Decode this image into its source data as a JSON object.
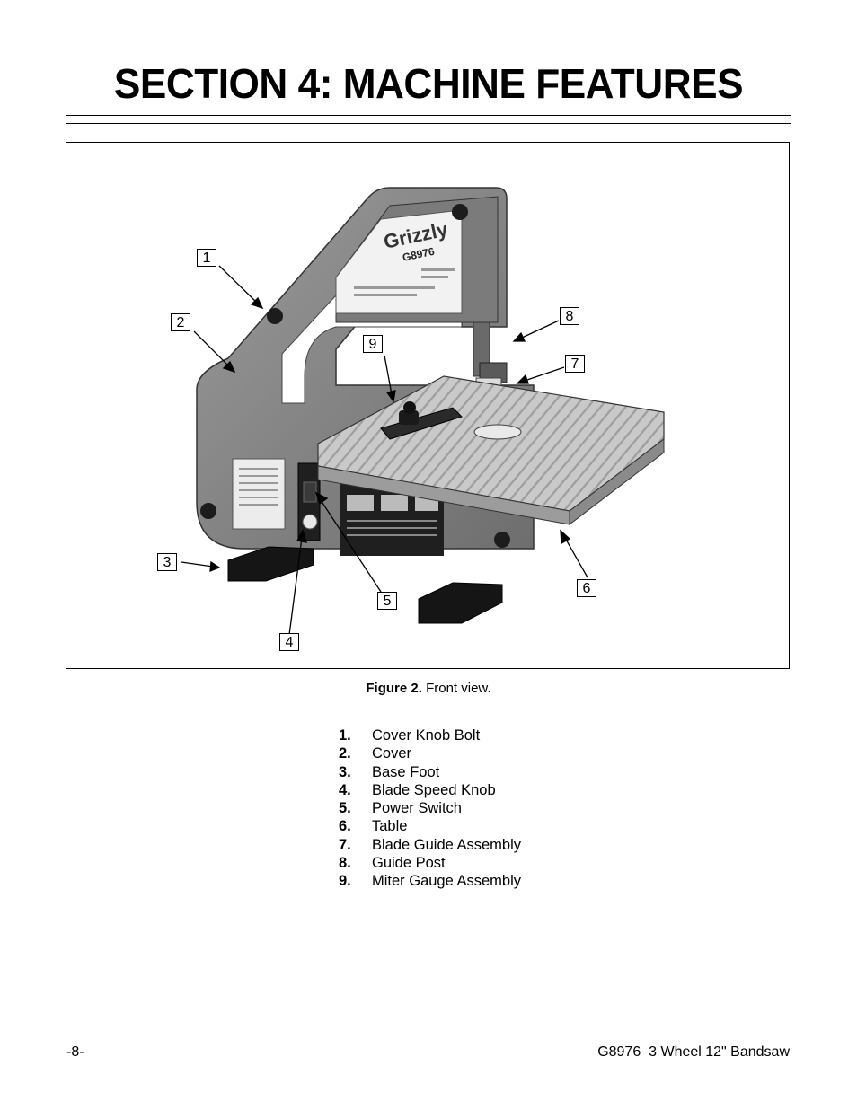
{
  "header": {
    "title": "SECTION 4: MACHINE FEATURES"
  },
  "figure": {
    "callouts": [
      "1",
      "2",
      "3",
      "4",
      "5",
      "6",
      "7",
      "8",
      "9"
    ],
    "machine": {
      "brand": "Grizzly",
      "model": "G8976"
    },
    "caption_label": "Figure 2.",
    "caption_text": "Front view."
  },
  "parts": [
    {
      "num": "1.",
      "name": "Cover Knob Bolt"
    },
    {
      "num": "2.",
      "name": "Cover"
    },
    {
      "num": "3.",
      "name": "Base Foot"
    },
    {
      "num": "4.",
      "name": "Blade Speed Knob"
    },
    {
      "num": "5.",
      "name": "Power Switch"
    },
    {
      "num": "6.",
      "name": "Table"
    },
    {
      "num": "7.",
      "name": "Blade Guide Assembly"
    },
    {
      "num": "8.",
      "name": "Guide Post"
    },
    {
      "num": "9.",
      "name": "Miter Gauge Assembly"
    }
  ],
  "footer": {
    "page": "-8-",
    "doc": "G8976  3 Wheel 12\" Bandsaw"
  }
}
